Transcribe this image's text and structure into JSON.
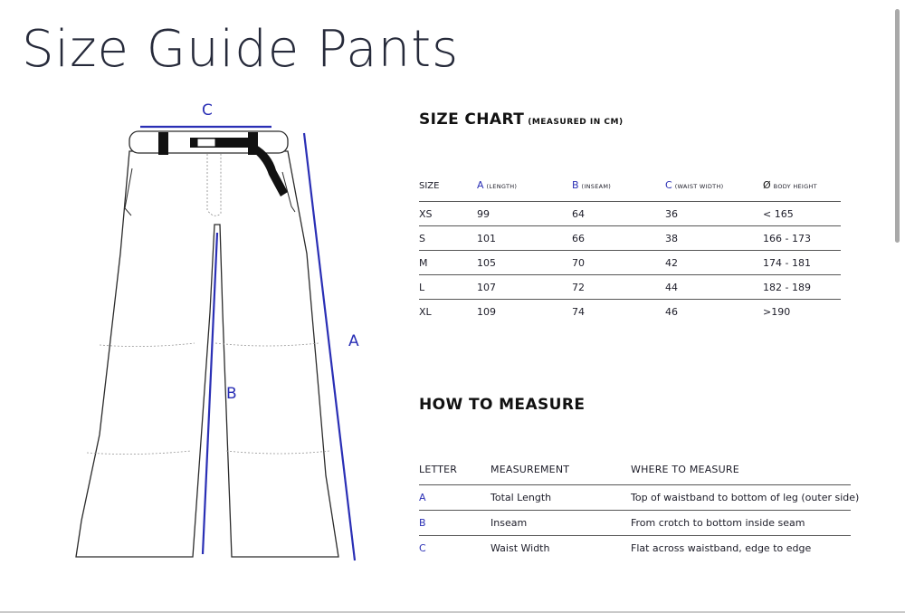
{
  "page": {
    "title": "Size Guide Pants"
  },
  "illustration": {
    "dim_a": "A",
    "dim_b": "B",
    "dim_c": "C"
  },
  "size_chart": {
    "heading": "SIZE CHART",
    "heading_note": "(MEASURED IN CM)",
    "columns": [
      {
        "letter": "",
        "label": "SIZE"
      },
      {
        "letter": "A",
        "label": "(LENGTH)"
      },
      {
        "letter": "B",
        "label": "(INSEAM)"
      },
      {
        "letter": "C",
        "label": "(WAIST WIDTH)"
      },
      {
        "letter": "Ø",
        "label": "BODY HEIGHT"
      }
    ],
    "rows": [
      [
        "XS",
        "99",
        "64",
        "36",
        "< 165"
      ],
      [
        "S",
        "101",
        "66",
        "38",
        "166 - 173"
      ],
      [
        "M",
        "105",
        "70",
        "42",
        "174 - 181"
      ],
      [
        "L",
        "107",
        "72",
        "44",
        "182 - 189"
      ],
      [
        "XL",
        "109",
        "74",
        "46",
        ">190"
      ]
    ]
  },
  "how_to_measure": {
    "heading": "HOW TO MEASURE",
    "columns": [
      "LETTER",
      "MEASUREMENT",
      "WHERE TO MEASURE"
    ],
    "rows": [
      [
        "A",
        "Total Length",
        "Top of waistband to bottom of leg (outer side)"
      ],
      [
        "B",
        "Inseam",
        "From crotch to bottom inside seam"
      ],
      [
        "C",
        "Waist Width",
        "Flat across waistband, edge to edge"
      ]
    ]
  },
  "colors": {
    "accent": "#2a2fb5",
    "text": "#1c1c28",
    "rule": "#555555"
  }
}
